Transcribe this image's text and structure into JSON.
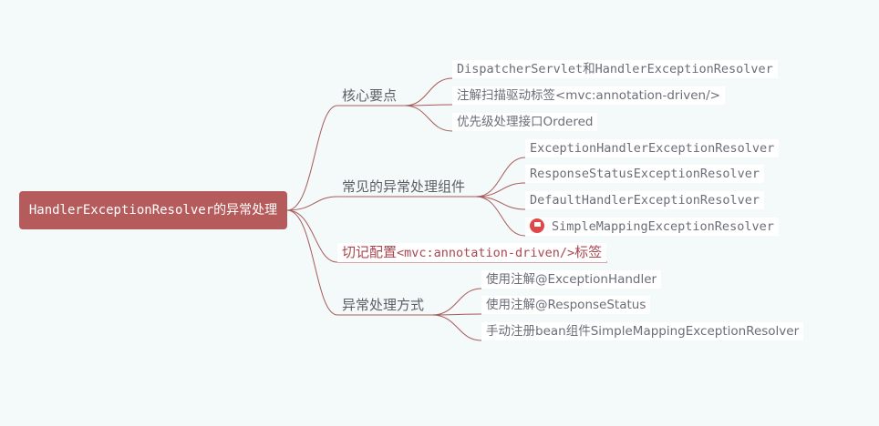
{
  "root": {
    "label": "HandlerExceptionResolver的异常处理"
  },
  "branches": [
    {
      "label": "核心要点",
      "children": [
        "DispatcherServlet和HandlerExceptionResolver",
        "注解扫描驱动标签<mvc:annotation-driven/>",
        "优先级处理接口Ordered"
      ]
    },
    {
      "label": "常见的异常处理组件",
      "children": [
        "ExceptionHandlerExceptionResolver",
        "ResponseStatusExceptionResolver",
        "DefaultHandlerExceptionResolver",
        "SimpleMappingExceptionResolver"
      ]
    },
    {
      "label_prefix": "切记配置",
      "label_code": "<mvc:annotation-driven/>",
      "label_suffix": "标签",
      "children": []
    },
    {
      "label": "异常处理方式",
      "children": [
        "使用注解@ExceptionHandler",
        "使用注解@ResponseStatus",
        "手动注册bean组件SimpleMappingExceptionResolver"
      ]
    }
  ],
  "colors": {
    "root_bg": "#b65b5b",
    "link": "#a85a5a",
    "highlight_text": "#a8474f",
    "flag": "#e04848"
  },
  "icons": {
    "flag_marker": "flag-icon"
  }
}
